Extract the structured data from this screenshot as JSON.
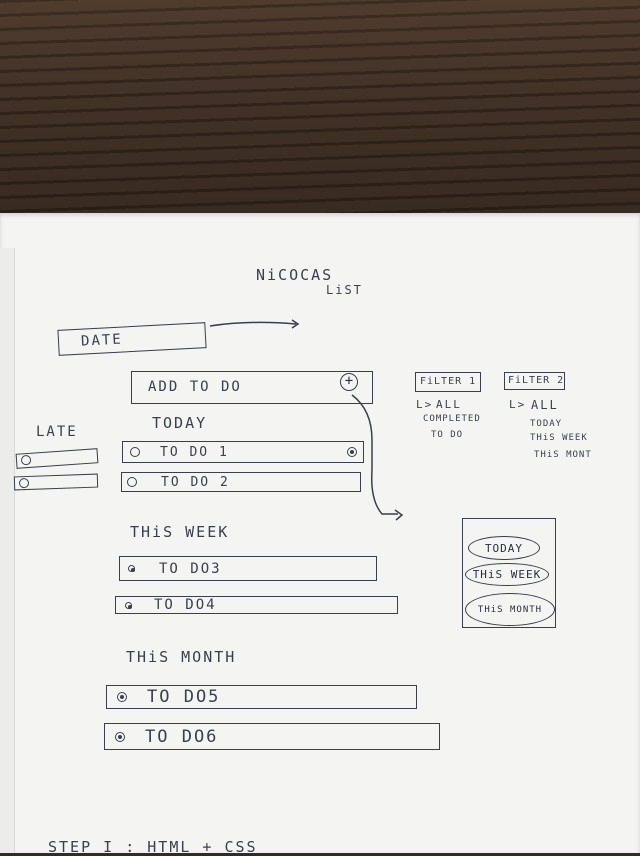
{
  "title": {
    "line1": "NiCOCAS",
    "line2": "LiST"
  },
  "date_field": {
    "label": "DATE"
  },
  "add_todo": {
    "placeholder": "ADD TO DO",
    "add_icon": "plus-circle-icon"
  },
  "late": {
    "label": "LATE"
  },
  "sections": {
    "today": {
      "title": "TODAY",
      "items": [
        "TO DO 1",
        "TO DO 2"
      ]
    },
    "this_week": {
      "title": "THiS WEEK",
      "items": [
        "TO DO3",
        "TO DO4"
      ]
    },
    "this_month": {
      "title": "THiS MONTH",
      "items": [
        "TO DO5",
        "TO DO6"
      ]
    }
  },
  "filters": {
    "filter1": {
      "label": "FiLTER 1",
      "arrow": "L>",
      "options": [
        "ALL",
        "COMPLETED",
        "TO DO"
      ]
    },
    "filter2": {
      "label": "FiLTER 2",
      "arrow": "L>",
      "options": [
        "ALL",
        "TODAY",
        "THiS WEEK",
        "THiS MONT"
      ]
    }
  },
  "side_menu": {
    "items": [
      "TODAY",
      "THiS WEEK",
      "THiS MONTH"
    ]
  },
  "footer": {
    "text": "STEP I : HTML + CSS"
  },
  "colors": {
    "ink": "#3a3f4b",
    "paper": "#f4f4f2",
    "wood": "#3b2a1f"
  }
}
